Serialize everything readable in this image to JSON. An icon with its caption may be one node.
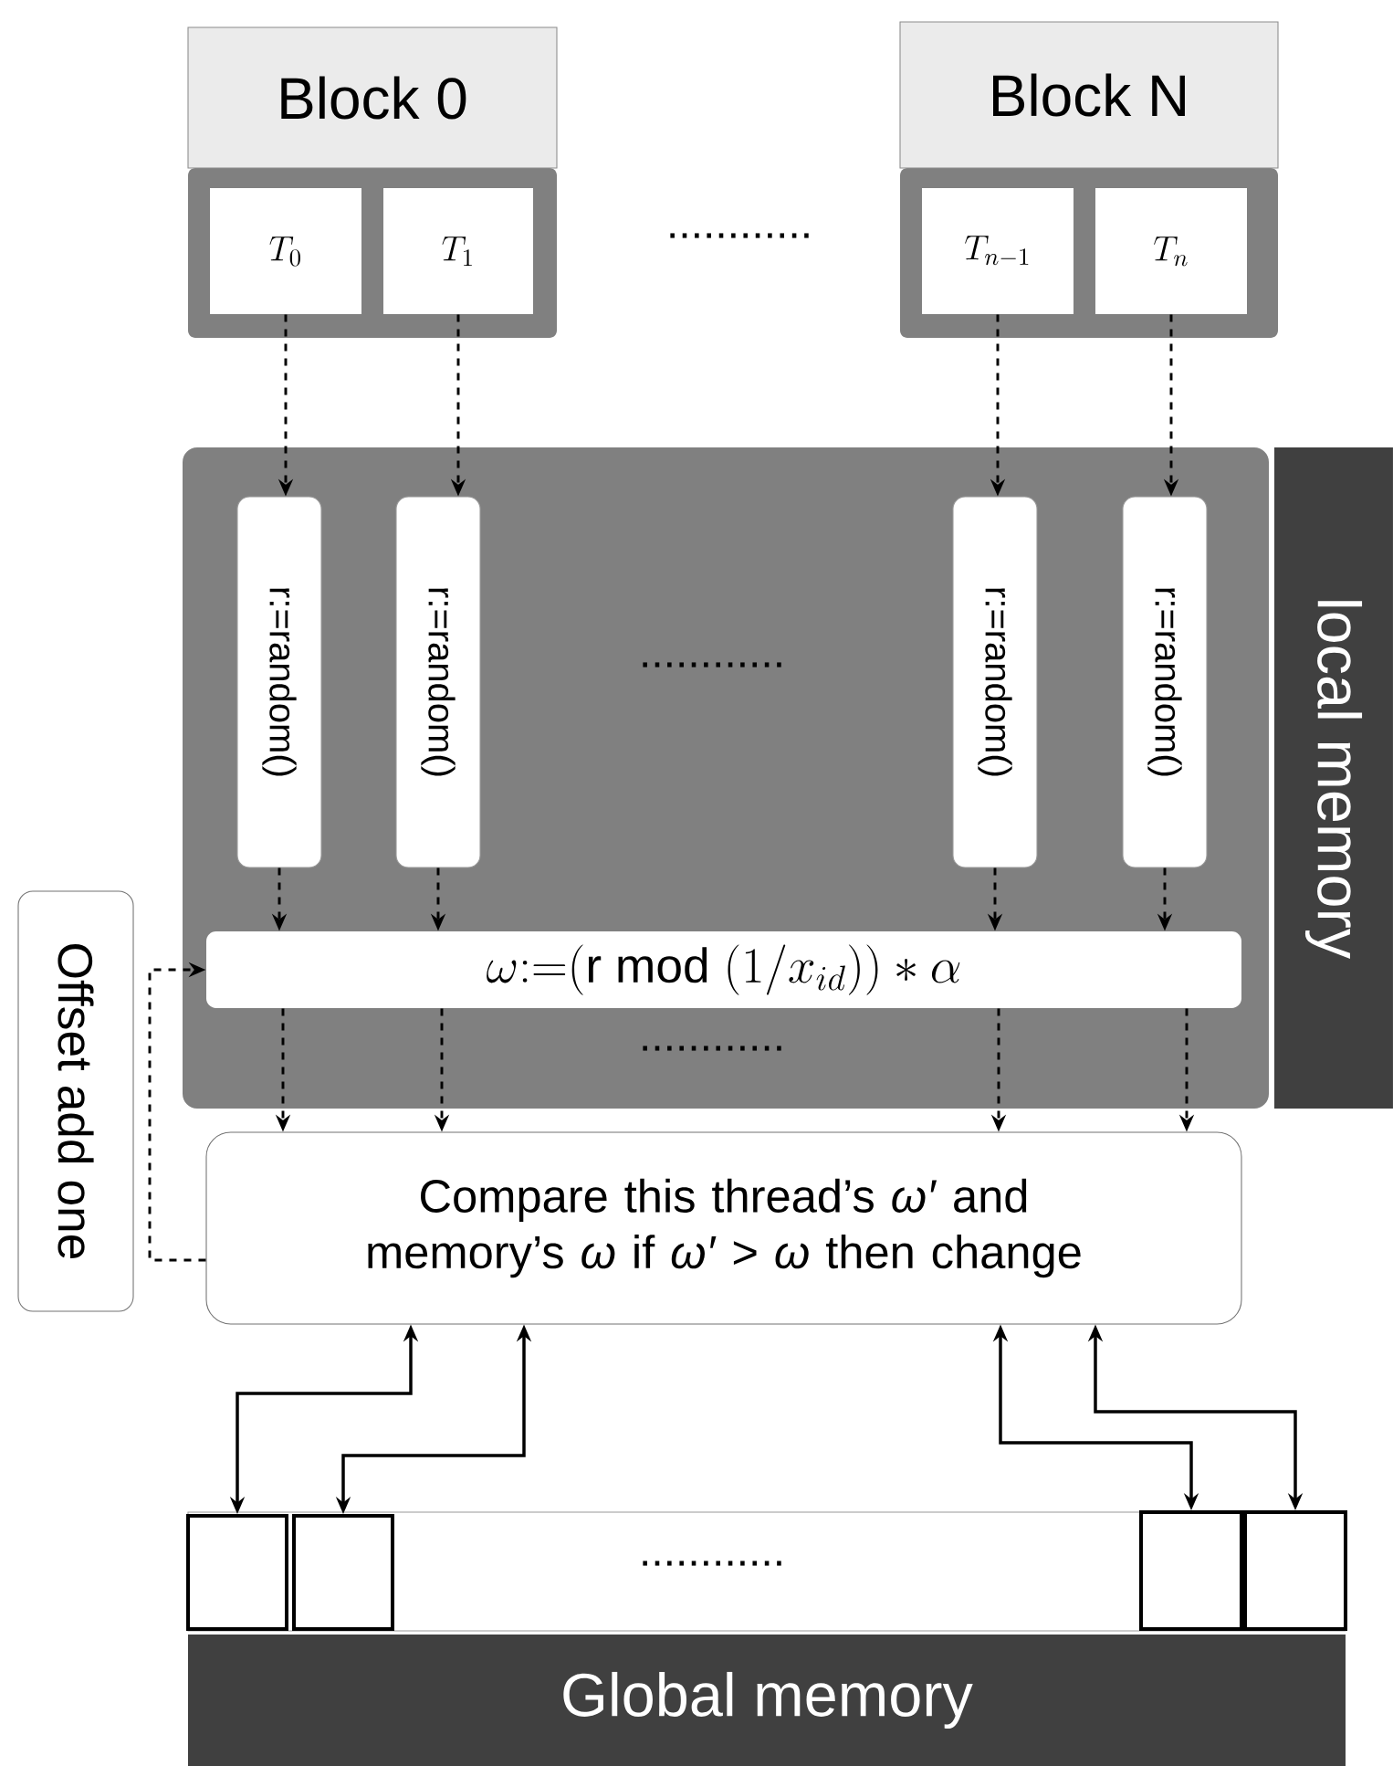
{
  "diagram": {
    "nodes": [
      {
        "text": [
          "Block 0"
        ]
      },
      {
        "text": [
          "T_{0}"
        ],
        "in": 0
      },
      {
        "text": [
          "T_{1}"
        ],
        "in": 0
      },
      {
        "text": [
          "Block N"
        ]
      },
      {
        "text": [
          "T_{n-1}"
        ],
        "in": 3
      },
      {
        "text": [
          "T_{n}"
        ],
        "in": 3
      },
      {
        "text": [
          "local memory"
        ]
      },
      {
        "text": [
          "r:=random()"
        ],
        "in": 6
      },
      {
        "text": [
          "r:=random()"
        ],
        "in": 6
      },
      {
        "text": [
          "r:=random()"
        ],
        "in": 6
      },
      {
        "text": [
          "r:=random()"
        ],
        "in": 6
      },
      {
        "text": [
          "\\omega{:=}(\\mathrm{r\\ mod\\ }(1/x_{id}))*\\alpha"
        ],
        "in": 6
      },
      {
        "text": [
          "Offset add one"
        ]
      },
      {
        "text": [
          "Compare this thread’s *ω′* and memory’s *ω* if *ω′* > *ω* then change"
        ]
      },
      {
        "text": [
          "Global memory"
        ]
      },
      {
        "text": [],
        "shape": "box"
      },
      {
        "text": [],
        "shape": "box"
      },
      {
        "text": [],
        "shape": "box"
      },
      {
        "text": [],
        "shape": "box"
      }
    ],
    "edges": [
      {
        "from": 1,
        "to": 7,
        "arrow": "to",
        "style": "dashed"
      },
      {
        "from": 2,
        "to": 8,
        "arrow": "to",
        "style": "dashed"
      },
      {
        "from": 4,
        "to": 9,
        "arrow": "to",
        "style": "dashed"
      },
      {
        "from": 5,
        "to": 10,
        "arrow": "to",
        "style": "dashed"
      },
      {
        "from": 7,
        "to": 11,
        "arrow": "to",
        "style": "dashed"
      },
      {
        "from": 8,
        "to": 11,
        "arrow": "to",
        "style": "dashed"
      },
      {
        "from": 9,
        "to": 11,
        "arrow": "to",
        "style": "dashed"
      },
      {
        "from": 10,
        "to": 11,
        "arrow": "to",
        "style": "dashed"
      },
      {
        "from": 11,
        "to": 13,
        "arrow": "to",
        "style": "dashed"
      },
      {
        "from": 11,
        "to": 13,
        "arrow": "to",
        "style": "dashed"
      },
      {
        "from": 11,
        "to": 13,
        "arrow": "to",
        "style": "dashed"
      },
      {
        "from": 11,
        "to": 13,
        "arrow": "to",
        "style": "dashed"
      },
      {
        "from": 13,
        "to": 11,
        "arrow": "to",
        "style": "dashed"
      },
      {
        "from": 15,
        "to": 13,
        "arrow": "both"
      },
      {
        "from": 16,
        "to": 13,
        "arrow": "both"
      },
      {
        "from": 17,
        "to": 13,
        "arrow": "both"
      },
      {
        "from": 18,
        "to": 13,
        "arrow": "both"
      }
    ],
    "labels": [
      "............",
      "............",
      "............",
      "............"
    ]
  }
}
